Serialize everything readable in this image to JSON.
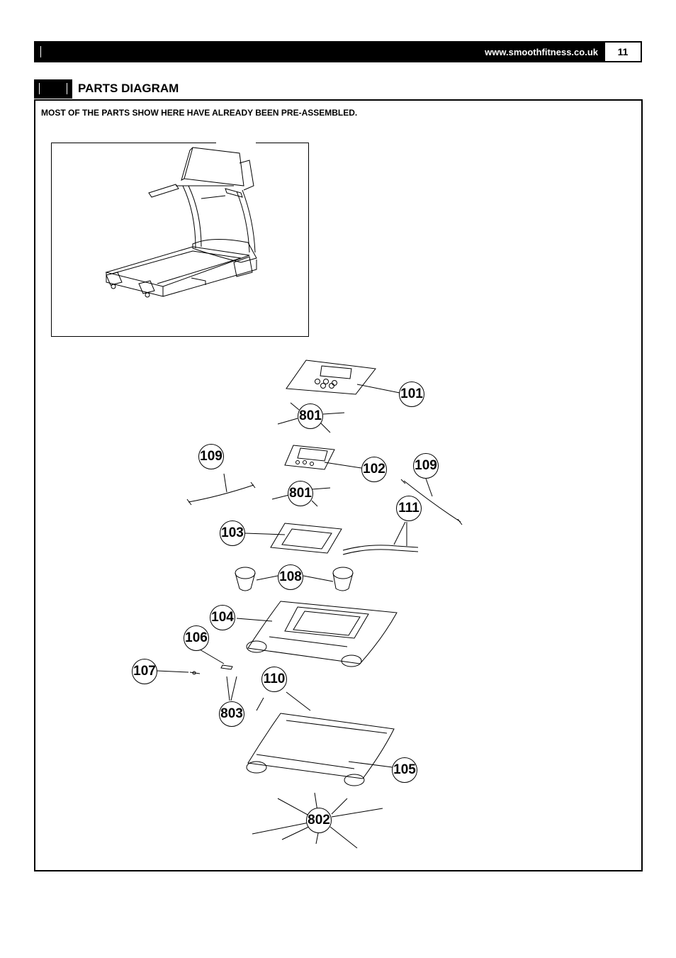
{
  "header": {
    "url": "www.smoothfitness.co.uk",
    "page_number": "11"
  },
  "section": {
    "title": "PARTS DIAGRAM"
  },
  "note": "MOST OF THE PARTS SHOW HERE HAVE ALREADY BEEN PRE-ASSEMBLED.",
  "callouts": {
    "c101": "101",
    "c801a": "801",
    "c109a": "109",
    "c102": "102",
    "c109b": "109",
    "c801b": "801",
    "c111": "111",
    "c103": "103",
    "c108": "108",
    "c104": "104",
    "c106": "106",
    "c107": "107",
    "c110": "110",
    "c803": "803",
    "c105": "105",
    "c802": "802"
  }
}
